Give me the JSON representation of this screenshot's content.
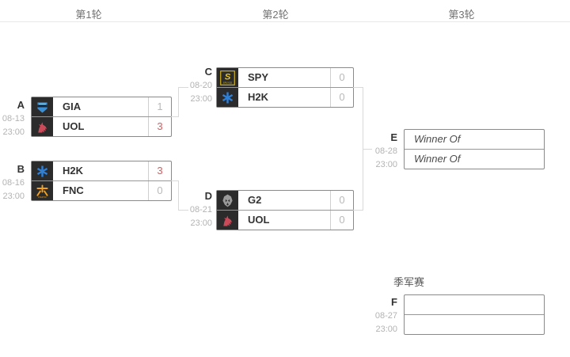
{
  "header": {
    "rounds": [
      "第1轮",
      "第2轮",
      "第3轮"
    ]
  },
  "bracket": {
    "third_place_title": "季军赛",
    "matches": {
      "A": {
        "label": "A",
        "date": "08-13",
        "time": "23:00",
        "team1": {
          "name": "GIA",
          "icon": "giants-icon",
          "score": "1",
          "score_class": "score-lose"
        },
        "team2": {
          "name": "UOL",
          "icon": "unicorns-of-love-icon",
          "score": "3",
          "score_class": "score-win"
        }
      },
      "B": {
        "label": "B",
        "date": "08-16",
        "time": "23:00",
        "team1": {
          "name": "H2K",
          "icon": "h2k-icon",
          "score": "3",
          "score_class": "score-win"
        },
        "team2": {
          "name": "FNC",
          "icon": "fnatic-icon",
          "score": "0",
          "score_class": "score-lose"
        }
      },
      "C": {
        "label": "C",
        "date": "08-20",
        "time": "23:00",
        "team1": {
          "name": "SPY",
          "icon": "splyce-icon",
          "score": "0",
          "score_class": "score-lose"
        },
        "team2": {
          "name": "H2K",
          "icon": "h2k-icon",
          "score": "0",
          "score_class": "score-lose"
        }
      },
      "D": {
        "label": "D",
        "date": "08-21",
        "time": "23:00",
        "team1": {
          "name": "G2",
          "icon": "g2-icon",
          "score": "0",
          "score_class": "score-lose"
        },
        "team2": {
          "name": "UOL",
          "icon": "unicorns-of-love-icon",
          "score": "0",
          "score_class": "score-lose"
        }
      },
      "E": {
        "label": "E",
        "date": "08-28",
        "time": "23:00",
        "team1": {
          "name": "Winner Of"
        },
        "team2": {
          "name": "Winner Of"
        }
      },
      "F": {
        "label": "F",
        "date": "08-27",
        "time": "23:00",
        "team1": {
          "name": ""
        },
        "team2": {
          "name": ""
        }
      }
    }
  },
  "colors": {
    "score_win_red": "#de5a5e",
    "score_lose_gray": "#b9b9b9",
    "box_border": "#8a8a8a",
    "connector": "#d9d9d9",
    "logo_background": "#2b2b2b",
    "giants_blue": "#3b8fd4",
    "h2k_blue": "#2f7fd6",
    "fnatic_orange": "#f5a11c",
    "splyce_yellow": "#e8c51c",
    "g2_gray": "#9a9a9a",
    "unicorns_red": "#c94b5a"
  }
}
